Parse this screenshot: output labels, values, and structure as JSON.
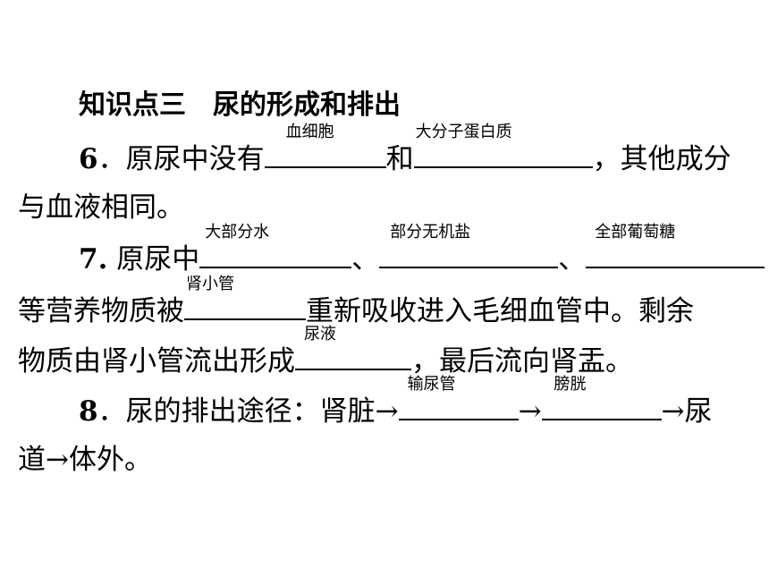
{
  "section_title": "知识点三　尿的形成和排出",
  "q6": {
    "num": "6",
    "sep": "．",
    "text1": "原尿中没有",
    "blank1": "血细胞",
    "text2": "和",
    "blank2": "大分子蛋白质",
    "text3": "，其他成分",
    "text4": "与血液相同。"
  },
  "q7": {
    "num": "7.",
    "text1": " 原尿中",
    "blank1": "大部分水",
    "sep1": "、",
    "blank2": "部分无机盐",
    "sep2": "、",
    "blank3": "全部葡萄糖",
    "text2": "等营养物质被",
    "blank4": "肾小管",
    "text3": "重新吸收进入毛细血管中。剩余",
    "text4": "物质由肾小管流出形成",
    "blank5": "尿液",
    "text5": "，最后流向肾盂。"
  },
  "q8": {
    "num": "8",
    "sep": "．",
    "text1": "尿的排出途径：肾脏→",
    "blank1": "输尿管",
    "arrow": "→",
    "blank2": "膀胱",
    "text2": "→尿",
    "text3": "道→体外。"
  }
}
